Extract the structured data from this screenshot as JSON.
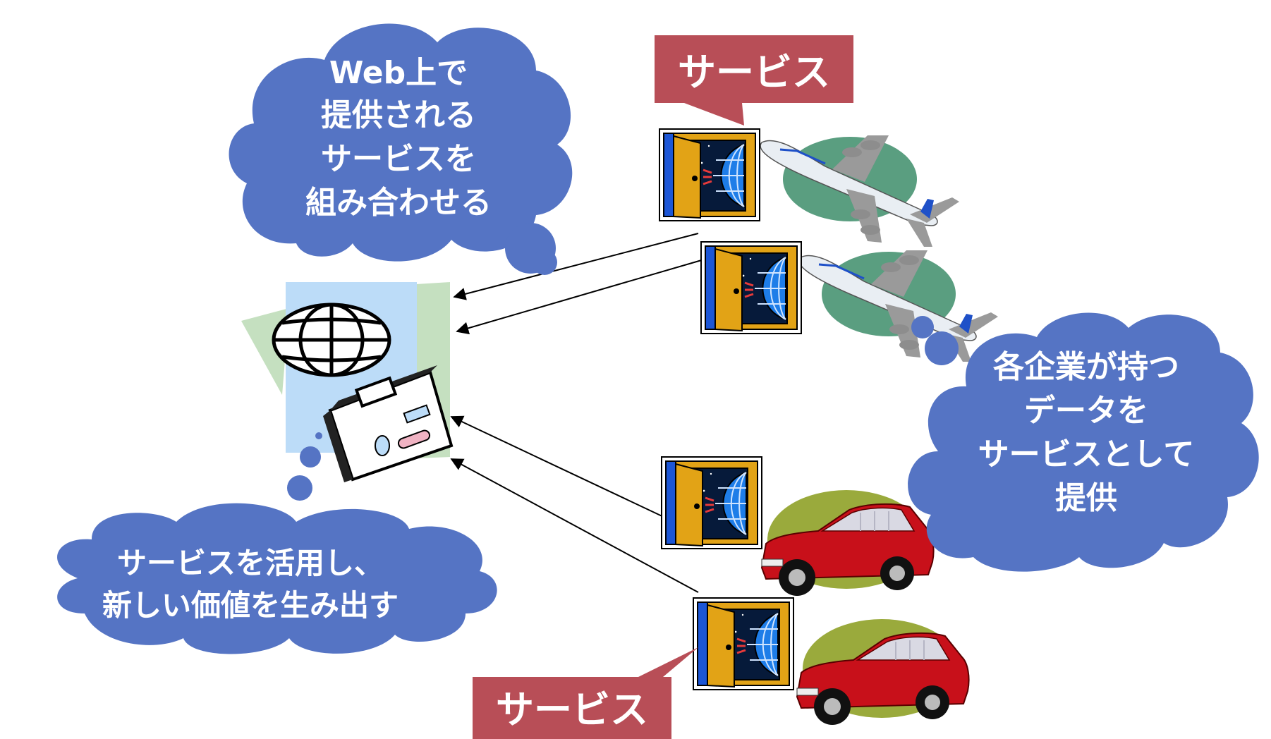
{
  "clouds": {
    "web_compose": {
      "lines": [
        "Web上で",
        "提供される",
        "サービスを",
        "組み合わせる"
      ]
    },
    "company_data": {
      "lines": [
        "各企業が持つ",
        "データを",
        "サービスとして",
        "提供"
      ]
    },
    "utilize": {
      "lines": [
        "サービスを活用し、",
        "新しい価値を生み出す"
      ]
    }
  },
  "labels": {
    "service_top": "サービス",
    "service_bottom": "サービス"
  },
  "colors": {
    "cloud": "#5574c4",
    "label": "#b84e57",
    "door": "#e2a316",
    "globe": "#1e7de8",
    "oval_green": "#5a9e80",
    "oval_olive": "#9aaa3c",
    "car": "#c8101a",
    "plane": "#a9a9a9"
  },
  "icons": [
    "globe-icon",
    "briefcase-icon",
    "service-door-icon",
    "airplane-icon",
    "car-icon"
  ]
}
